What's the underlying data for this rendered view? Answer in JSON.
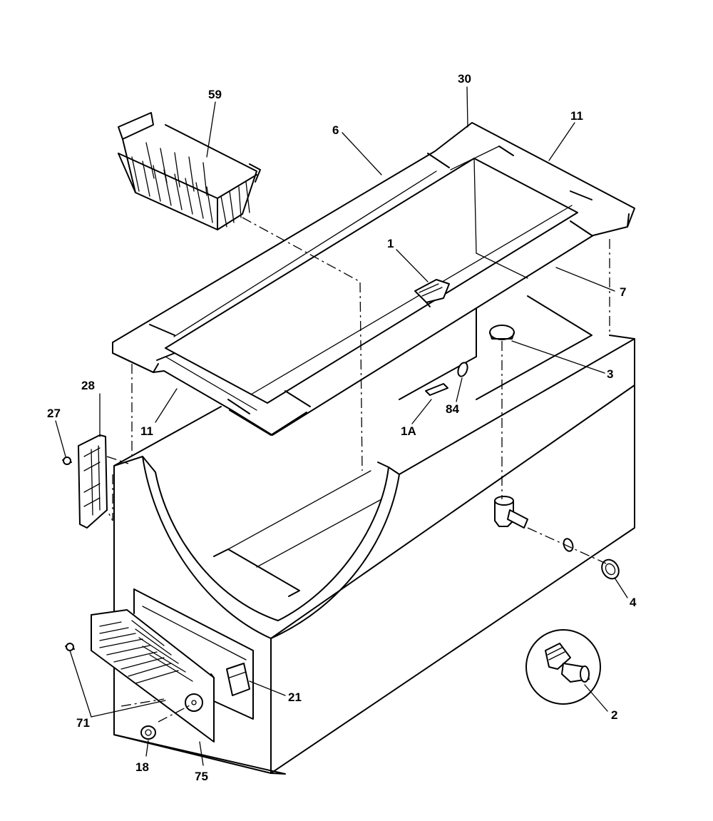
{
  "callouts": [
    {
      "id": "30",
      "text": "30"
    },
    {
      "id": "59",
      "text": "59"
    },
    {
      "id": "6",
      "text": "6"
    },
    {
      "id": "11a",
      "text": "11"
    },
    {
      "id": "1",
      "text": "1"
    },
    {
      "id": "7",
      "text": "7"
    },
    {
      "id": "3",
      "text": "3"
    },
    {
      "id": "28",
      "text": "28"
    },
    {
      "id": "27",
      "text": "27"
    },
    {
      "id": "11b",
      "text": "11"
    },
    {
      "id": "1A",
      "text": "1A"
    },
    {
      "id": "84",
      "text": "84"
    },
    {
      "id": "4",
      "text": "4"
    },
    {
      "id": "21",
      "text": "21"
    },
    {
      "id": "2",
      "text": "2"
    },
    {
      "id": "71",
      "text": "71"
    },
    {
      "id": "18",
      "text": "18"
    },
    {
      "id": "75",
      "text": "75"
    }
  ]
}
